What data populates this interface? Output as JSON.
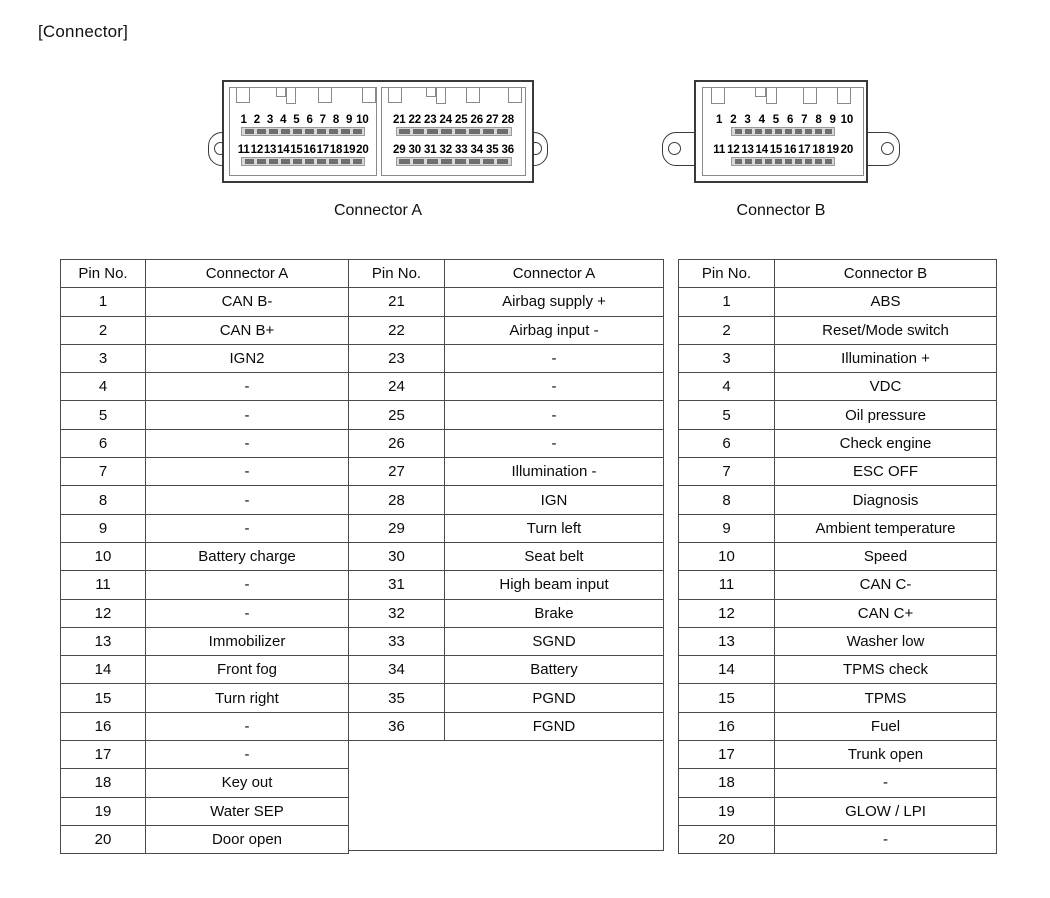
{
  "page": {
    "section_title": "[Connector]"
  },
  "diagrams": {
    "connector_a": {
      "caption": "Connector A",
      "left_block": {
        "row_top": [
          "1",
          "2",
          "3",
          "4",
          "5",
          "6",
          "7",
          "8",
          "9",
          "10"
        ],
        "row_bottom": [
          "11",
          "12",
          "13",
          "14",
          "15",
          "16",
          "17",
          "18",
          "19",
          "20"
        ]
      },
      "right_block": {
        "row_top": [
          "21",
          "22",
          "23",
          "24",
          "25",
          "26",
          "27",
          "28"
        ],
        "row_bottom": [
          "29",
          "30",
          "31",
          "32",
          "33",
          "34",
          "35",
          "36"
        ]
      }
    },
    "connector_b": {
      "caption": "Connector B",
      "row_top": [
        "1",
        "2",
        "3",
        "4",
        "5",
        "6",
        "7",
        "8",
        "9",
        "10"
      ],
      "row_bottom": [
        "11",
        "12",
        "13",
        "14",
        "15",
        "16",
        "17",
        "18",
        "19",
        "20"
      ]
    }
  },
  "tables": {
    "connector_a_left": {
      "headers": [
        "Pin No.",
        "Connector A"
      ],
      "rows": [
        [
          "1",
          "CAN B-"
        ],
        [
          "2",
          "CAN B+"
        ],
        [
          "3",
          "IGN2"
        ],
        [
          "4",
          "-"
        ],
        [
          "5",
          "-"
        ],
        [
          "6",
          "-"
        ],
        [
          "7",
          "-"
        ],
        [
          "8",
          "-"
        ],
        [
          "9",
          "-"
        ],
        [
          "10",
          "Battery charge"
        ],
        [
          "11",
          "-"
        ],
        [
          "12",
          "-"
        ],
        [
          "13",
          "Immobilizer"
        ],
        [
          "14",
          "Front fog"
        ],
        [
          "15",
          "Turn right"
        ],
        [
          "16",
          "-"
        ],
        [
          "17",
          "-"
        ],
        [
          "18",
          "Key out"
        ],
        [
          "19",
          "Water SEP"
        ],
        [
          "20",
          "Door open"
        ]
      ]
    },
    "connector_a_right": {
      "headers": [
        "Pin No.",
        "Connector A"
      ],
      "rows": [
        [
          "21",
          "Airbag supply +"
        ],
        [
          "22",
          "Airbag input -"
        ],
        [
          "23",
          "-"
        ],
        [
          "24",
          "-"
        ],
        [
          "25",
          "-"
        ],
        [
          "26",
          "-"
        ],
        [
          "27",
          "Illumination -"
        ],
        [
          "28",
          "IGN"
        ],
        [
          "29",
          "Turn left"
        ],
        [
          "30",
          "Seat belt"
        ],
        [
          "31",
          "High beam input"
        ],
        [
          "32",
          "Brake"
        ],
        [
          "33",
          "SGND"
        ],
        [
          "34",
          "Battery"
        ],
        [
          "35",
          "PGND"
        ],
        [
          "36",
          "FGND"
        ]
      ]
    },
    "connector_b": {
      "headers": [
        "Pin No.",
        "Connector B"
      ],
      "rows": [
        [
          "1",
          "ABS"
        ],
        [
          "2",
          "Reset/Mode switch"
        ],
        [
          "3",
          "Illumination +"
        ],
        [
          "4",
          "VDC"
        ],
        [
          "5",
          "Oil pressure"
        ],
        [
          "6",
          "Check engine"
        ],
        [
          "7",
          "ESC OFF"
        ],
        [
          "8",
          "Diagnosis"
        ],
        [
          "9",
          "Ambient temperature"
        ],
        [
          "10",
          "Speed"
        ],
        [
          "11",
          "CAN C-"
        ],
        [
          "12",
          "CAN C+"
        ],
        [
          "13",
          "Washer low"
        ],
        [
          "14",
          "TPMS check"
        ],
        [
          "15",
          "TPMS"
        ],
        [
          "16",
          "Fuel"
        ],
        [
          "17",
          "Trunk open"
        ],
        [
          "18",
          "-"
        ],
        [
          "19",
          "GLOW / LPI"
        ],
        [
          "20",
          "-"
        ]
      ]
    }
  }
}
